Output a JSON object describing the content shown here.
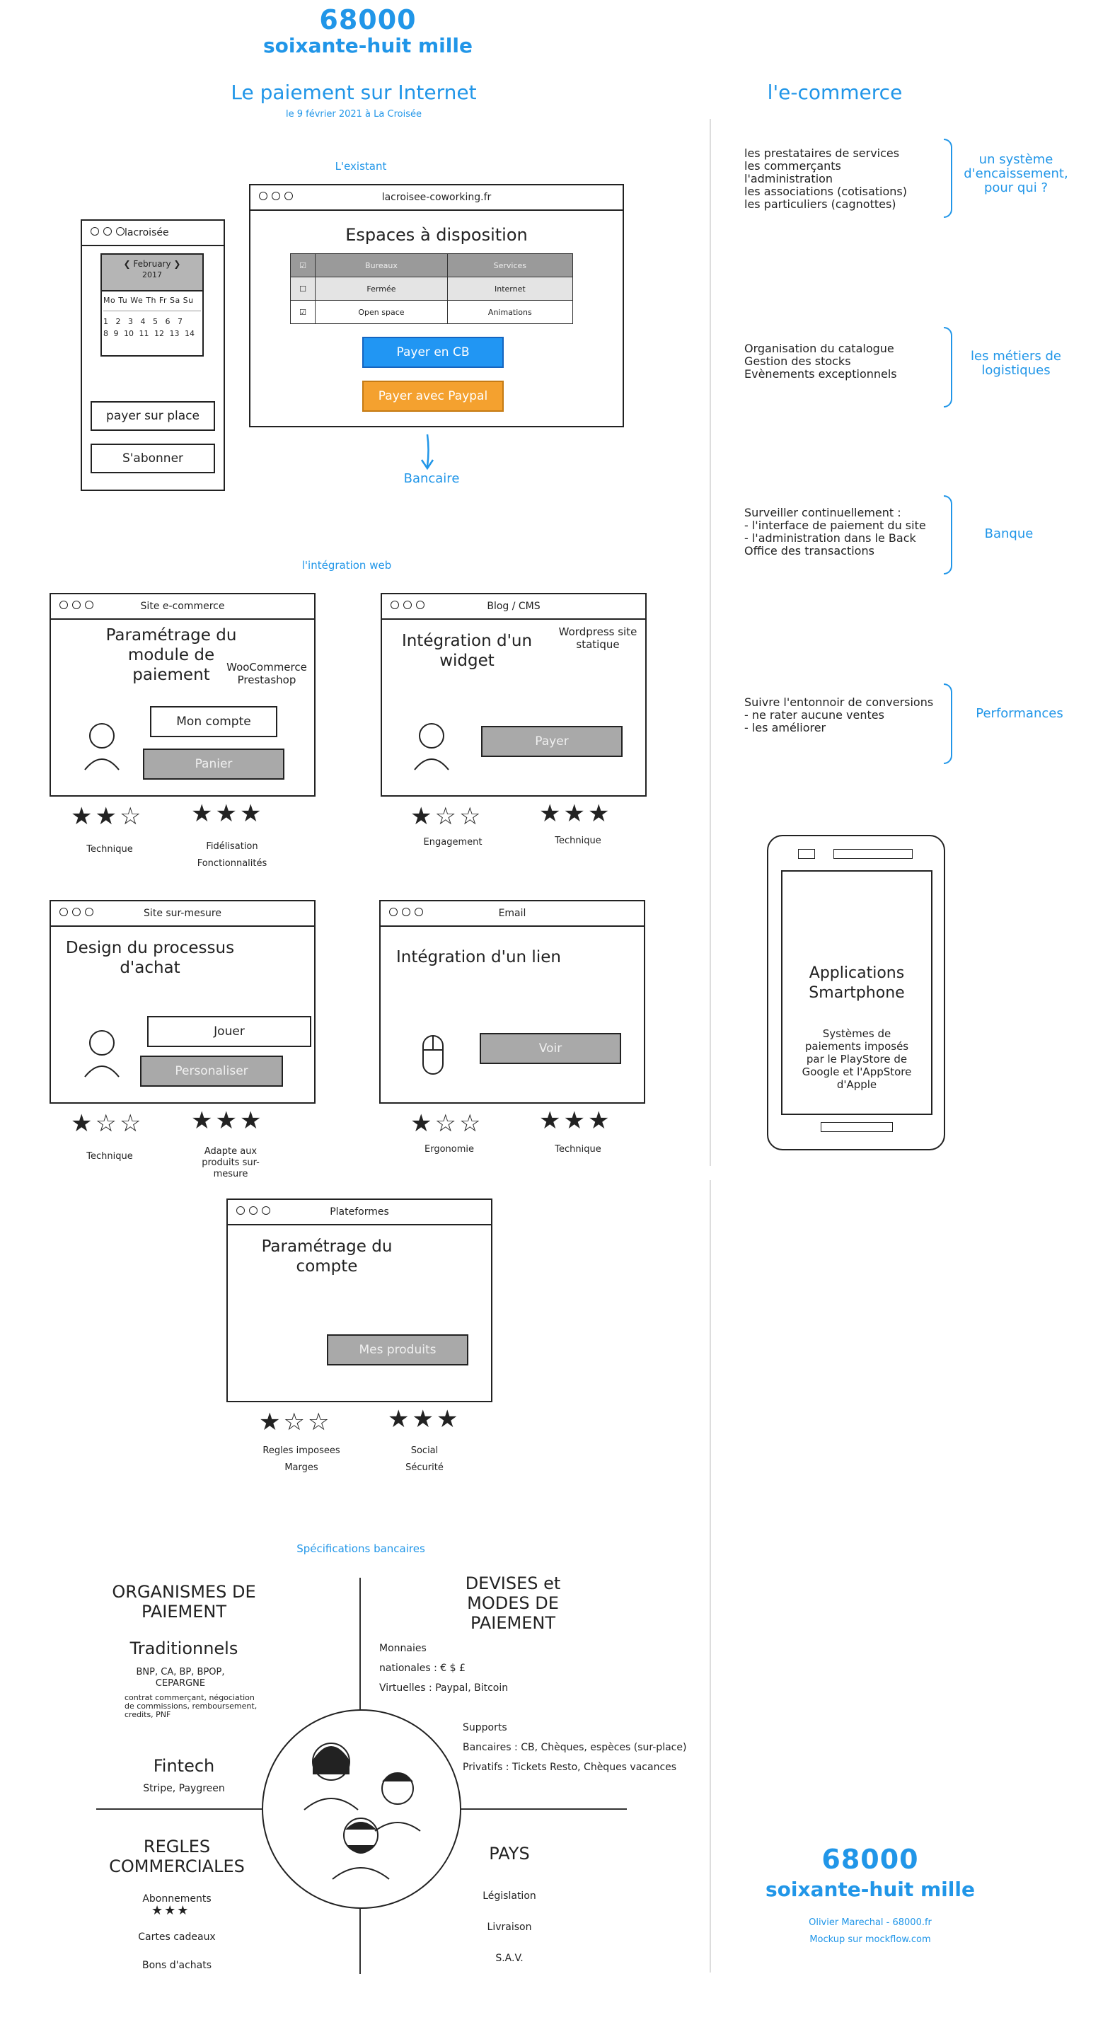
{
  "header": {
    "number": "68000",
    "words": "soixante-huit mille",
    "col1_title": "Le paiement sur Internet",
    "col1_date": "le 9 février 2021 à La Croisée",
    "col2_title": "l'e-commerce"
  },
  "existant": {
    "label": "L'existant",
    "mobile": {
      "title": "lacroisée",
      "month": "February",
      "year": "2017",
      "weekdays": "Mo Tu We Th Fr Sa Su",
      "row1": "1 2 3 4 5 6 7",
      "row2": "8 9 10 11 12 13 14",
      "btn_pay": "payer sur place",
      "btn_sub": "S'abonner"
    },
    "site": {
      "url": "lacroisee-coworking.fr",
      "heading": "Espaces à disposition",
      "table_rows": [
        [
          "☑",
          "Bureaux",
          "Services"
        ],
        [
          "☐",
          "Fermée",
          "Internet"
        ],
        [
          "☑",
          "Open space",
          "Animations"
        ]
      ],
      "btn_cb": "Payer en CB",
      "btn_paypal": "Payer avec Paypal"
    },
    "arrow_label": "Bancaire"
  },
  "integration": {
    "label": "l'intégration web",
    "ecommerce": {
      "title": "Site e-commerce",
      "heading": "Paramétrage du module de paiement",
      "side": "WooCommerce Prestashop",
      "btn1": "Mon compte",
      "btn2": "Panier",
      "r1_label": "Technique",
      "r2_label1": "Fidélisation",
      "r2_label2": "Fonctionnalités",
      "r1_stars": 2,
      "r2_stars": 3
    },
    "blog": {
      "title": "Blog / CMS",
      "heading": "Intégration d'un widget",
      "side": "Wordpress site statique",
      "btn": "Payer",
      "r1_label": "Engagement",
      "r2_label": "Technique",
      "r1_stars": 1,
      "r2_stars": 3
    },
    "surmesure": {
      "title": "Site sur-mesure",
      "heading": "Design du processus d'achat",
      "btn1": "Jouer",
      "btn2": "Personaliser",
      "r1_label": "Technique",
      "r2_label": "Adapte aux produits sur-mesure",
      "r1_stars": 1,
      "r2_stars": 3
    },
    "email": {
      "title": "Email",
      "heading": "Intégration d'un lien",
      "btn": "Voir",
      "r1_label": "Ergonomie",
      "r2_label": "Technique",
      "r1_stars": 1,
      "r2_stars": 3
    },
    "plateformes": {
      "title": "Plateformes",
      "heading": "Paramétrage du compte",
      "btn": "Mes produits",
      "r1_label1": "Regles imposees",
      "r1_label2": "Marges",
      "r2_label1": "Social",
      "r2_label2": "Sécurité",
      "r1_stars": 1,
      "r2_stars": 3
    }
  },
  "ecommerce_side": {
    "block1_lines": [
      "les prestataires de services",
      "les commerçants",
      "l'administration",
      "les associations (cotisations)",
      "les particuliers (cagnottes)"
    ],
    "block1_tag": "un système d'encaissement, pour qui ?",
    "block2_lines": [
      "Organisation du catalogue",
      "Gestion des stocks",
      "Evènements exceptionnels"
    ],
    "block2_tag": "les métiers de logistiques",
    "block3_lines": [
      "Surveiller continuellement :",
      "- l'interface de paiement du site",
      "- l'administration dans le Back",
      "Office des transactions"
    ],
    "block3_tag": "Banque",
    "block4_lines": [
      "Suivre l'entonnoir de conversions",
      "- ne rater aucune ventes",
      "- les améliorer"
    ],
    "block4_tag": "Performances",
    "phone_title": "Applications Smartphone",
    "phone_text": "Systèmes de paiements imposés par le PlayStore de Google et l'AppStore d'Apple"
  },
  "specs": {
    "label": "Spécifications bancaires",
    "q1_title": "ORGANISMES DE PAIEMENT",
    "q1_sub": "Traditionnels",
    "q1_banks": "BNP, CA, BP, BPOP, CEPARGNE",
    "q1_note": "contrat commerçant, négociation de commissions, remboursement, credits, PNF",
    "q1_fintech": "Fintech",
    "q1_fintech_list": "Stripe, Paygreen",
    "q2_title": "DEVISES et MODES DE PAIEMENT",
    "q2_l1": "Monnaies",
    "q2_l2": "nationales : € $ £",
    "q2_l3": "Virtuelles : Paypal, Bitcoin",
    "q2_l4": "Supports",
    "q2_l5": "Bancaires : CB, Chèques, espèces (sur-place)",
    "q2_l6": "Privatifs : Tickets Resto, Chèques vacances",
    "q3_title": "REGLES COMMERCIALES",
    "q3_l1": "Abonnements",
    "q3_l2": "Cartes cadeaux",
    "q3_l3": "Bons d'achats",
    "q4_title": "PAYS",
    "q4_l1": "Législation",
    "q4_l2": "Livraison",
    "q4_l3": "S.A.V."
  },
  "footer": {
    "number": "68000",
    "words": "soixante-huit mille",
    "credit1": "Olivier Marechal - 68000.fr",
    "credit2": "Mockup sur mockflow.com"
  },
  "colors": {
    "accent": "#2196e8",
    "paypal": "#f4a12f",
    "cb": "#2196f3",
    "gray_button": "#a9a9a9"
  }
}
